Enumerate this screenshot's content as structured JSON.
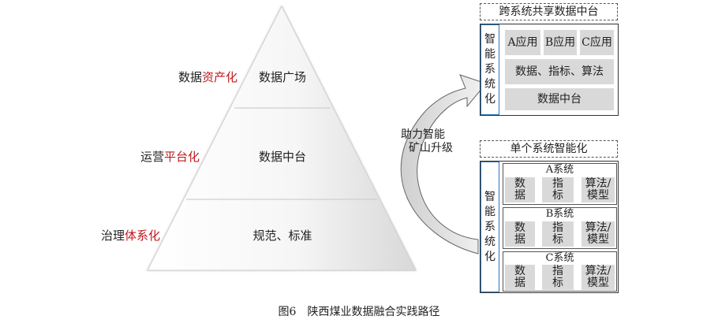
{
  "pyramid": {
    "levels": [
      {
        "left_prefix": "数据",
        "left_highlight": "资产化",
        "left_suffix": "",
        "inner": "数据广场"
      },
      {
        "left_prefix": "运营",
        "left_highlight": "平台化",
        "left_suffix": "",
        "inner": "数据中台"
      },
      {
        "left_prefix": "治理",
        "left_highlight": "体系化",
        "left_suffix": "",
        "inner": "规范、标准"
      }
    ]
  },
  "arrow": {
    "line1": "助力智能",
    "line2": "矿山升级"
  },
  "top_panel": {
    "title": "跨系统共享数据中台",
    "side_chars": [
      "智",
      "能",
      "系",
      "统",
      "化"
    ],
    "apps": [
      "A应用",
      "B应用",
      "C应用"
    ],
    "row2": "数据、指标、算法",
    "row3": "数据中台"
  },
  "bottom_panel": {
    "title": "单个系统智能化",
    "side_chars": [
      "智",
      "能",
      "系",
      "统",
      "化"
    ],
    "systems": [
      {
        "name": "A系统",
        "cells": [
          [
            "数",
            "据"
          ],
          [
            "指",
            "标"
          ],
          [
            "算法/",
            "模型"
          ]
        ]
      },
      {
        "name": "B系统",
        "cells": [
          [
            "数",
            "据"
          ],
          [
            "指",
            "标"
          ],
          [
            "算法/",
            "模型"
          ]
        ]
      },
      {
        "name": "C系统",
        "cells": [
          [
            "数",
            "据"
          ],
          [
            "指",
            "标"
          ],
          [
            "算法/",
            "模型"
          ]
        ]
      }
    ]
  },
  "caption": "图6　陕西煤业数据融合实践路径",
  "colors": {
    "highlight": "#c0191e",
    "side_border": "#2b74b8",
    "cell_fill": "#d9d9d9"
  }
}
